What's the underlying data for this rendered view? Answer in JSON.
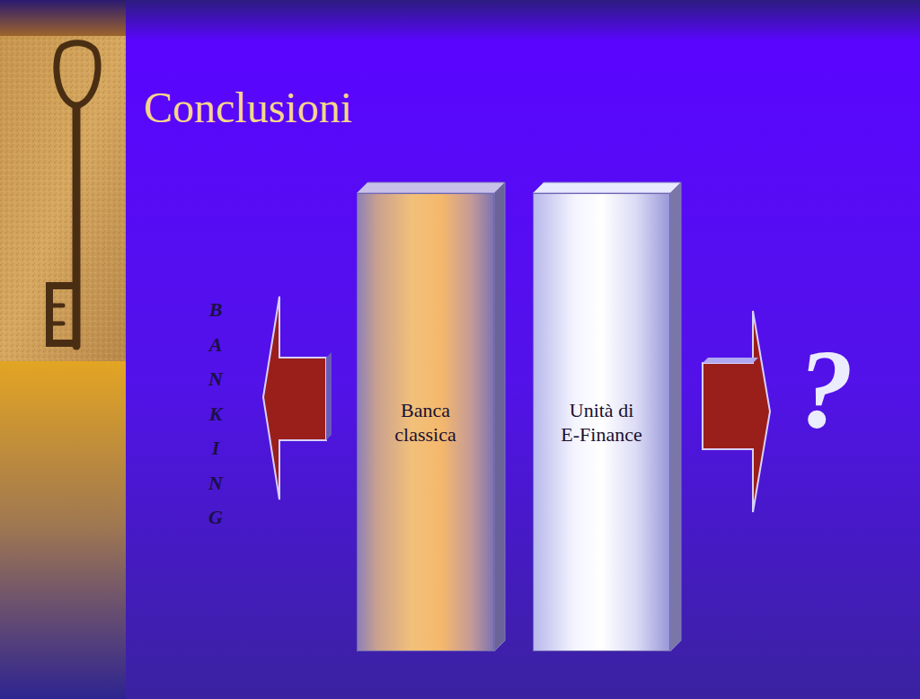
{
  "diagram": {
    "title": "Conclusioni",
    "nodes": [
      {
        "text": [
          "Banca classica"
        ]
      },
      {
        "text": [
          "Unità di E-Finance"
        ]
      }
    ],
    "labels": [
      "BANKING",
      "?"
    ]
  }
}
